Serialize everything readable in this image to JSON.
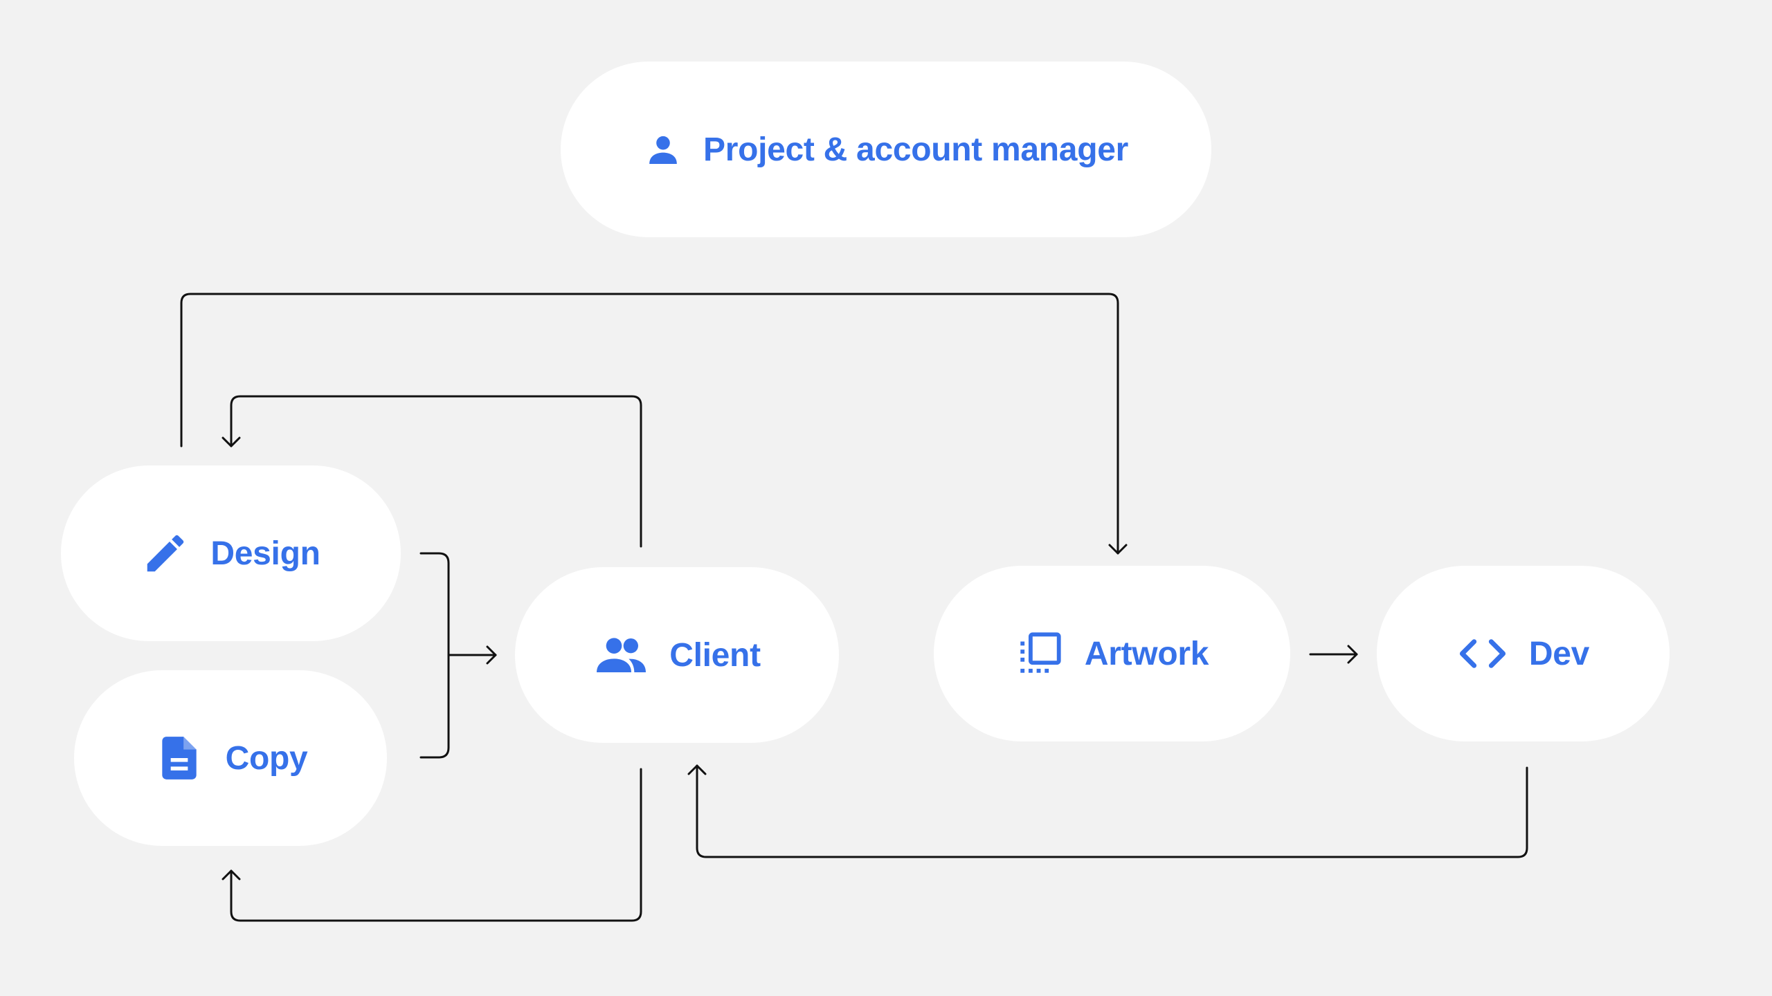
{
  "colors": {
    "background": "#f2f2f2",
    "node_fill": "#ffffff",
    "accent": "#3671e9",
    "connector": "#111111"
  },
  "nodes": {
    "manager": {
      "label": "Project & account manager",
      "icon": "person-icon"
    },
    "design": {
      "label": "Design",
      "icon": "pencil-icon"
    },
    "copy": {
      "label": "Copy",
      "icon": "document-icon"
    },
    "client": {
      "label": "Client",
      "icon": "people-icon"
    },
    "artwork": {
      "label": "Artwork",
      "icon": "artboard-icon"
    },
    "dev": {
      "label": "Dev",
      "icon": "code-icon"
    }
  },
  "connections": [
    {
      "from": "design",
      "to": "artwork"
    },
    {
      "from": "client",
      "to": "design"
    },
    {
      "from": "design",
      "to": "client"
    },
    {
      "from": "copy",
      "to": "client"
    },
    {
      "from": "client",
      "to": "copy"
    },
    {
      "from": "artwork",
      "to": "dev"
    },
    {
      "from": "dev",
      "to": "client"
    }
  ]
}
